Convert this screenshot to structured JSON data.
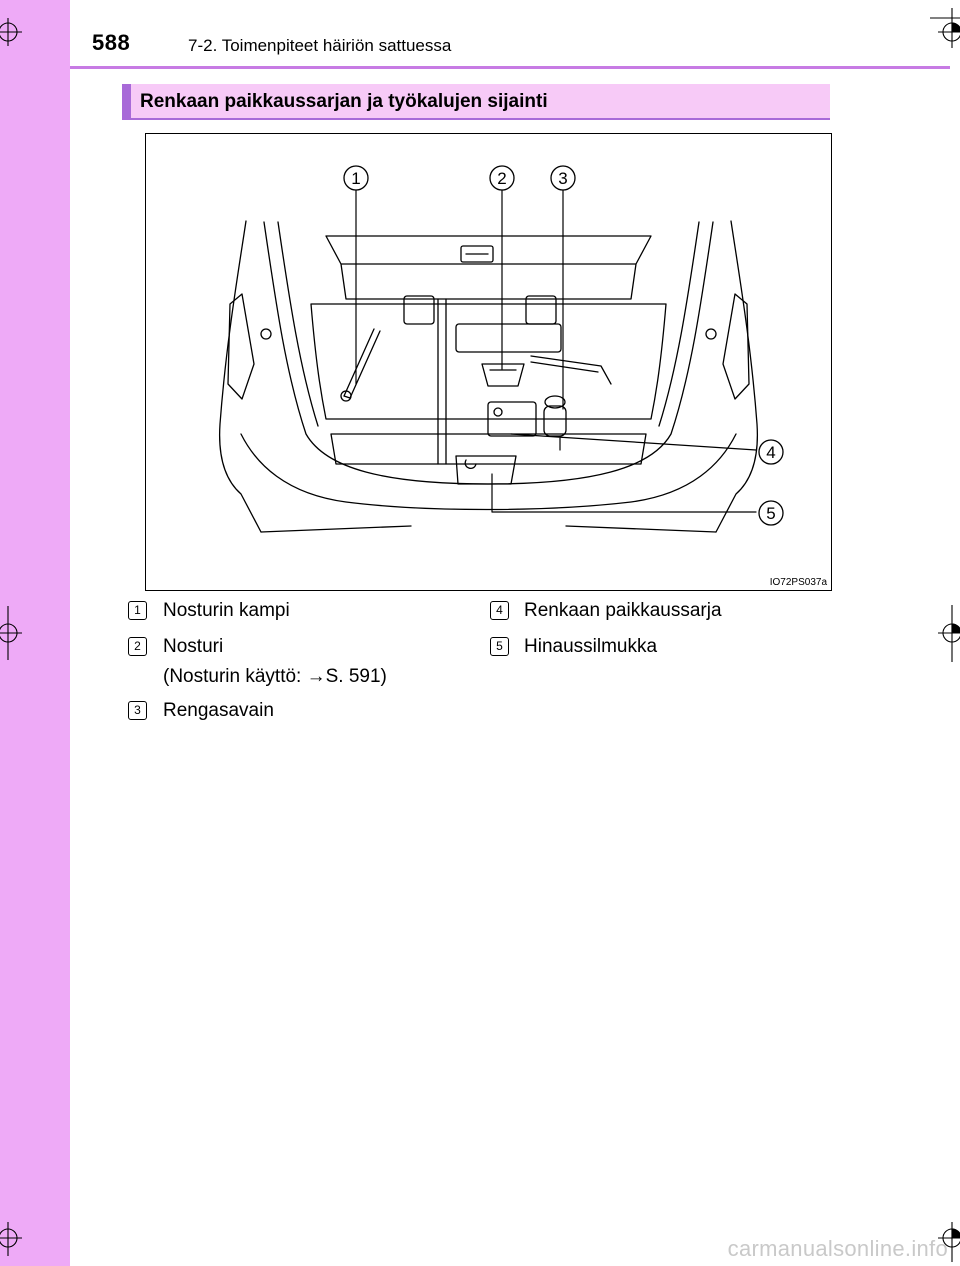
{
  "header": {
    "page_number": "588",
    "chapter": "7-2. Toimenpiteet häiriön sattuessa"
  },
  "section": {
    "title": "Renkaan paikkaussarjan ja työkalujen sijainti"
  },
  "figure": {
    "code": "IO72PS037a",
    "callouts": [
      "1",
      "2",
      "3",
      "4",
      "5"
    ]
  },
  "legend": [
    {
      "num": "1",
      "lines": [
        "Nosturin kampi"
      ]
    },
    {
      "num": "2",
      "lines": [
        "Nosturi",
        "(Nosturin käyttö: →S. 591)"
      ]
    },
    {
      "num": "3",
      "lines": [
        "Rengasavain"
      ]
    },
    {
      "num": "4",
      "lines": [
        "Renkaan paikkaussarja"
      ]
    },
    {
      "num": "5",
      "lines": [
        "Hinaussilmukka"
      ]
    }
  ],
  "watermark": "carmanualsonline.info",
  "colors": {
    "left_band": "#eeaaf7",
    "header_rule": "#c77be4",
    "section_fill": "#f7caf7",
    "section_accent": "#a86ad8"
  }
}
